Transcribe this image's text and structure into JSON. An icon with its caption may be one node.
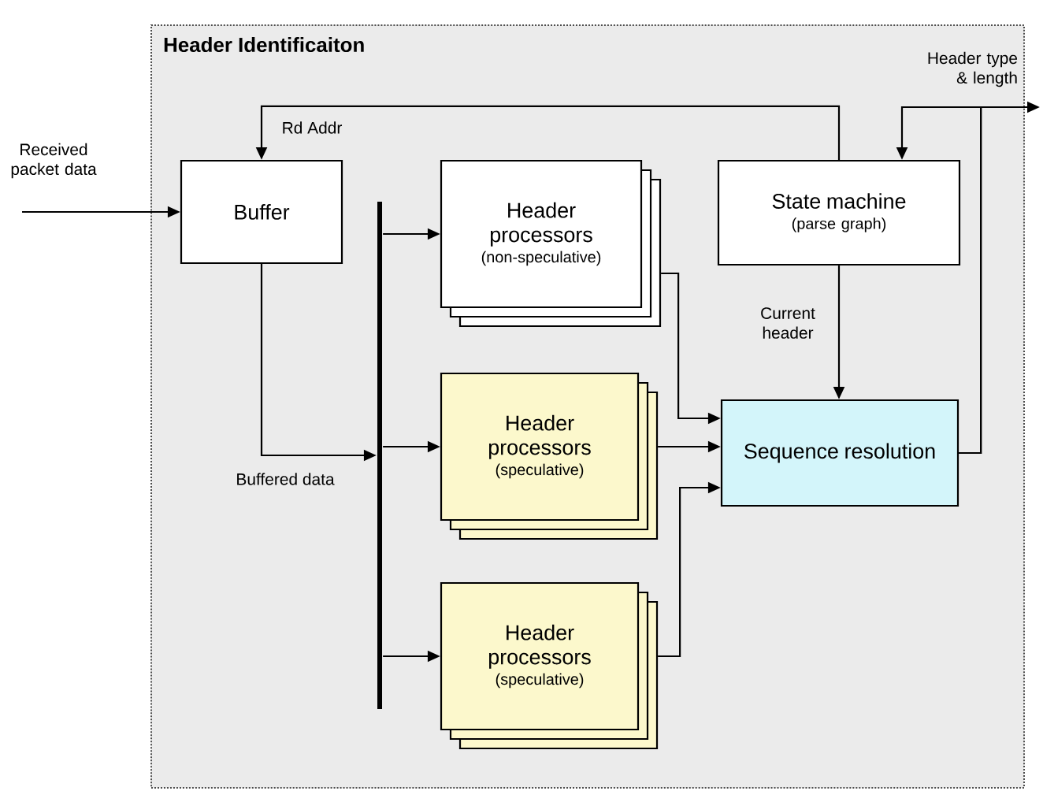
{
  "diagram": {
    "nodes": [
      {
        "text": [
          "Header Identificaiton"
        ]
      },
      {
        "text": [
          "Buffer"
        ],
        "in": 0
      },
      {
        "text": [
          "Header processors",
          "(non-speculative)"
        ],
        "in": 0
      },
      {
        "text": [
          "State machine",
          "(parse graph)"
        ],
        "in": 0
      },
      {
        "text": [
          "Header processors",
          "(speculative)"
        ],
        "in": 0
      },
      {
        "text": [
          "Sequence resolution"
        ],
        "in": 0
      },
      {
        "text": [
          "Header processors",
          "(speculative)"
        ],
        "in": 0
      },
      {
        "text": [],
        "shape": "bar",
        "in": 0
      }
    ],
    "edges": [
      {
        "from": null,
        "to": 1,
        "arrow": "to",
        "label": "Received packet data"
      },
      {
        "from": 3,
        "to": 1,
        "arrow": "to",
        "label": "Rd Addr"
      },
      {
        "from": 1,
        "to": 7,
        "arrow": "to",
        "label": "Buffered data"
      },
      {
        "from": 7,
        "to": 2,
        "arrow": "to"
      },
      {
        "from": 7,
        "to": 4,
        "arrow": "to"
      },
      {
        "from": 7,
        "to": 6,
        "arrow": "to"
      },
      {
        "from": 2,
        "to": 5,
        "arrow": "to"
      },
      {
        "from": 4,
        "to": 5,
        "arrow": "to"
      },
      {
        "from": 6,
        "to": 5,
        "arrow": "to"
      },
      {
        "from": 3,
        "to": 5,
        "arrow": "to",
        "label": "Current header"
      },
      {
        "from": 5,
        "to": 3,
        "arrow": "to"
      },
      {
        "from": 5,
        "to": null,
        "arrow": "to",
        "label": "Header type & length"
      }
    ]
  }
}
